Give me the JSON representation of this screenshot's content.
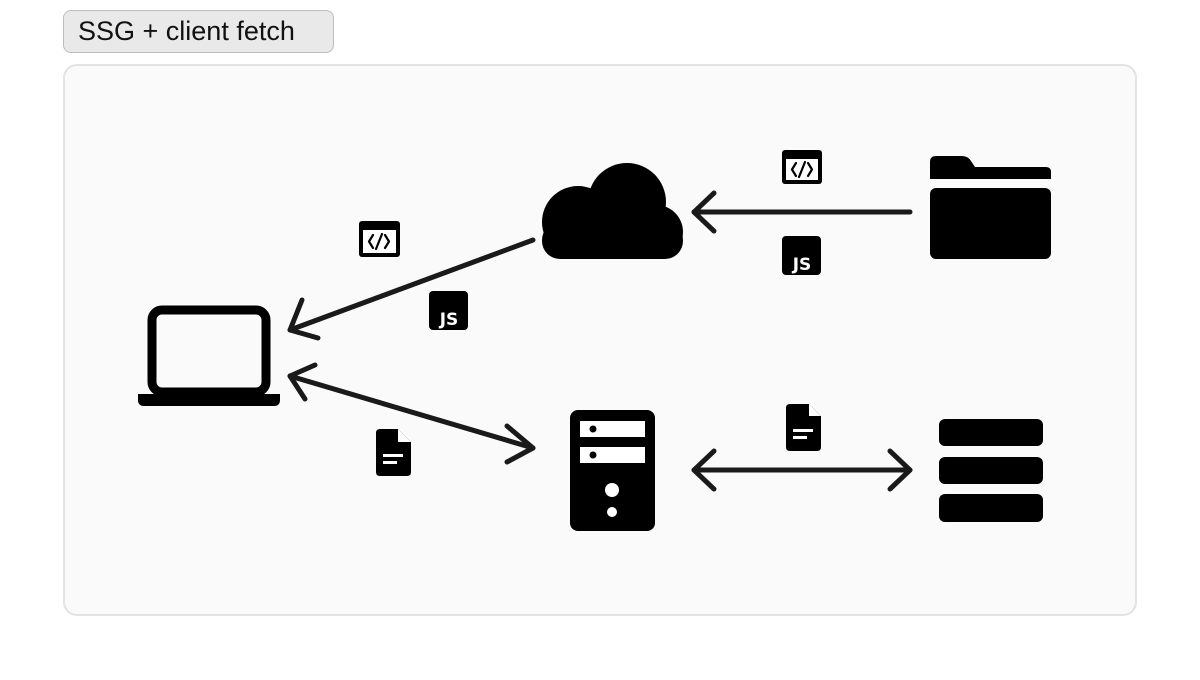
{
  "tab": {
    "label": "SSG + client fetch"
  },
  "diagram": {
    "nodes": [
      {
        "id": "browser",
        "icon": "laptop-icon"
      },
      {
        "id": "cdn",
        "icon": "cloud-icon"
      },
      {
        "id": "static-files",
        "icon": "folder-icon"
      },
      {
        "id": "api-server",
        "icon": "server-icon"
      },
      {
        "id": "database",
        "icon": "database-icon"
      }
    ],
    "edges": [
      {
        "from": "static-files",
        "to": "cdn",
        "payload": [
          "html-icon",
          "js-icon"
        ]
      },
      {
        "from": "cdn",
        "to": "browser",
        "payload": [
          "html-icon",
          "js-icon"
        ]
      },
      {
        "from": "browser",
        "to": "api-server",
        "bidirectional": true,
        "payload": [
          "document-icon"
        ]
      },
      {
        "from": "api-server",
        "to": "database",
        "bidirectional": true,
        "payload": [
          "document-icon"
        ]
      }
    ],
    "badges": {
      "js_label": "JS"
    },
    "colors": {
      "ink": "#000000",
      "arrow": "#1a1a1a",
      "panel_bg": "#fafafa",
      "panel_border": "#e3e3e3",
      "tab_bg": "#e9e9e9"
    }
  }
}
